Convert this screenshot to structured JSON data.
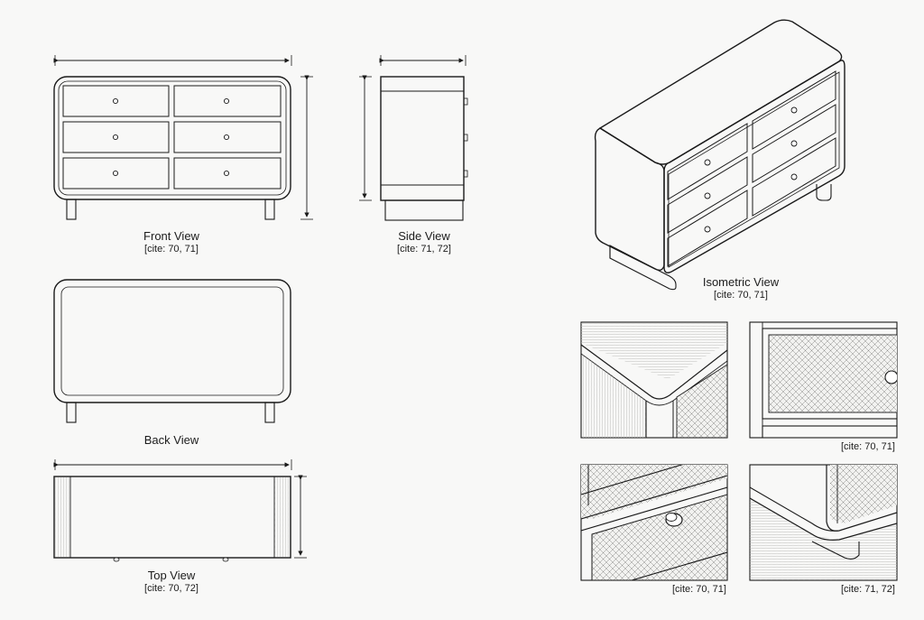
{
  "views": {
    "front": {
      "title": "Front View",
      "cite": "[cite: 70, 71]"
    },
    "side": {
      "title": "Side View",
      "cite": "[cite: 71, 72]"
    },
    "back": {
      "title": "Back View"
    },
    "top": {
      "title": "Top View",
      "cite": "[cite: 70, 72]"
    },
    "isometric": {
      "title": "Isometric View",
      "cite": "[cite: 70, 71]"
    }
  },
  "details": {
    "top_pair_cite": "[cite: 70, 71]",
    "bottom_left_cite": "[cite: 70, 71]",
    "bottom_right_cite": "[cite: 71, 72]"
  },
  "colors": {
    "ink": "#1a1a1a",
    "paper": "#f8f8f7",
    "cane": "#e4e4e2"
  }
}
